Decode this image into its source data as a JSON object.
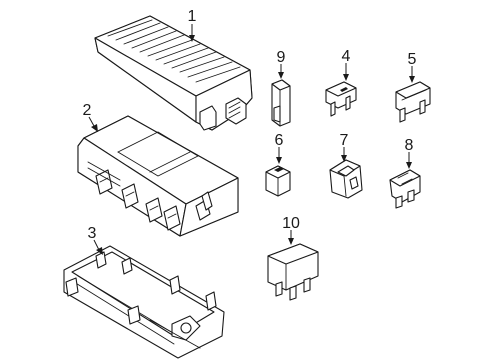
{
  "diagram": {
    "colors": {
      "line": "#1a1a1a",
      "background": "#ffffff"
    },
    "callouts": [
      {
        "id": "1",
        "label": "1"
      },
      {
        "id": "2",
        "label": "2"
      },
      {
        "id": "3",
        "label": "3"
      },
      {
        "id": "4",
        "label": "4"
      },
      {
        "id": "5",
        "label": "5"
      },
      {
        "id": "6",
        "label": "6"
      },
      {
        "id": "7",
        "label": "7"
      },
      {
        "id": "8",
        "label": "8"
      },
      {
        "id": "9",
        "label": "9"
      },
      {
        "id": "10",
        "label": "10"
      }
    ]
  }
}
